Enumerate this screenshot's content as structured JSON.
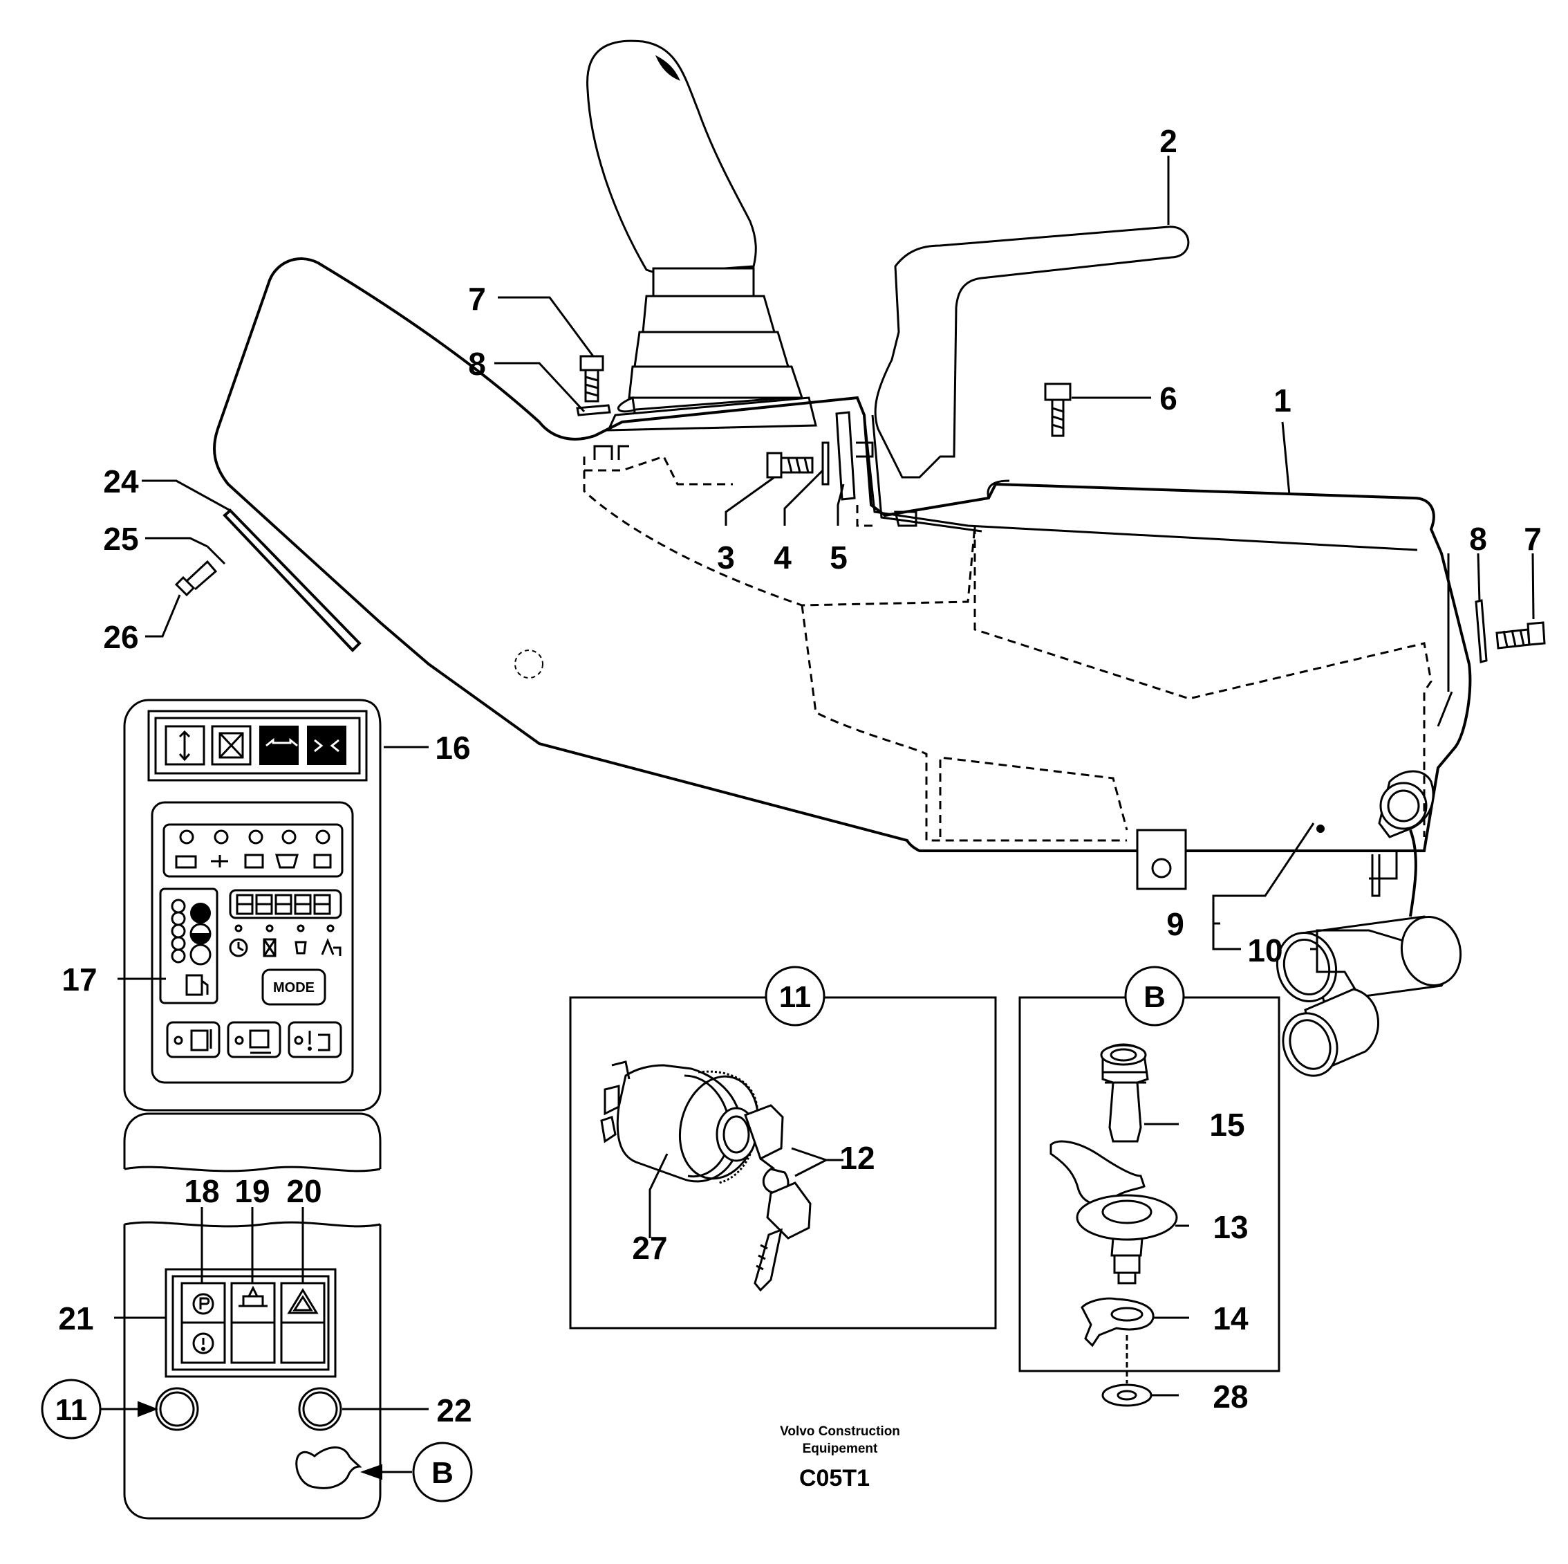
{
  "diagram": {
    "callouts": {
      "c1": "1",
      "c2": "2",
      "c3": "3",
      "c4": "4",
      "c5": "5",
      "c6": "6",
      "c7a": "7",
      "c7b": "7",
      "c8a": "8",
      "c8b": "8",
      "c9": "9",
      "c10": "10",
      "c12": "12",
      "c13": "13",
      "c14": "14",
      "c15": "15",
      "c16": "16",
      "c17": "17",
      "c18": "18",
      "c19": "19",
      "c20": "20",
      "c21": "21",
      "c22": "22",
      "c24": "24",
      "c25": "25",
      "c26": "26",
      "c27": "27",
      "c28": "28"
    },
    "detail_refs": {
      "ignition_switch": "11",
      "socket": "B"
    },
    "panel": {
      "mode_button": "MODE"
    },
    "footer": {
      "brand_line1": "Volvo Construction",
      "brand_line2": "Equipement",
      "code": "C05T1"
    }
  }
}
